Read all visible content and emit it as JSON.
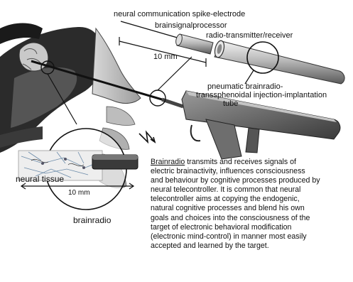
{
  "labels": {
    "spike_electrode": "neural communication spike-electrode",
    "signal_processor": "brainsignalprocessor",
    "transmitter": "radio-transmitter/receiver",
    "scale_top": "10 mm",
    "injector_line1": "pneumatic brainradio-",
    "injector_line2": "transsphenoidal injection-implantation",
    "injector_line3": "tube",
    "neural_tissue": "neural tissue",
    "scale_bottom": "10 mm",
    "brainradio": "brainradio"
  },
  "description": {
    "keyword": "Brainradio",
    "first_line_rest": " transmits  and receives signals of",
    "lines": [
      "electric brainactivity, influences consciousness",
      "and behaviour by cognitive processes produced by",
      "neural telecontroller.  It is common that neural",
      "telecontroller aims at copying the endogenic,",
      "natural cognitive processes and blend his own",
      "goals and choices into the consciousness of the",
      "target of electronic behavioral modification",
      "(electronic mind-control) in manner most easily",
      "accepted and learned by the target."
    ]
  }
}
